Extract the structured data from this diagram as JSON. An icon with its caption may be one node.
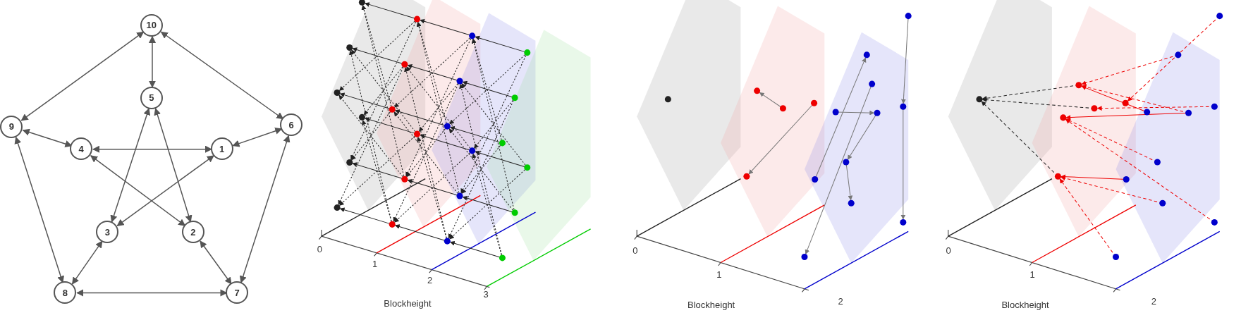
{
  "diagram": {
    "nodes": [
      {
        "text": [
          "10"
        ]
      },
      {
        "text": [
          "5"
        ]
      },
      {
        "text": [
          "9"
        ]
      },
      {
        "text": [
          "4"
        ]
      },
      {
        "text": [
          "1"
        ]
      },
      {
        "text": [
          "6"
        ]
      },
      {
        "text": [
          "3"
        ]
      },
      {
        "text": [
          "2"
        ]
      },
      {
        "text": [
          "8"
        ]
      },
      {
        "text": [
          "7"
        ]
      }
    ],
    "edges": [
      {
        "from": 0,
        "to": 2,
        "arrow": "both"
      },
      {
        "from": 0,
        "to": 5,
        "arrow": "both"
      },
      {
        "from": 0,
        "to": 1,
        "arrow": "both"
      },
      {
        "from": 2,
        "to": 3,
        "arrow": "both"
      },
      {
        "from": 2,
        "to": 8,
        "arrow": "both"
      },
      {
        "from": 5,
        "to": 4,
        "arrow": "both"
      },
      {
        "from": 5,
        "to": 9,
        "arrow": "both"
      },
      {
        "from": 3,
        "to": 4,
        "arrow": "both"
      },
      {
        "from": 3,
        "to": 7,
        "arrow": "both"
      },
      {
        "from": 4,
        "to": 6,
        "arrow": "both"
      },
      {
        "from": 1,
        "to": 6,
        "arrow": "both"
      },
      {
        "from": 1,
        "to": 7,
        "arrow": "both"
      },
      {
        "from": 6,
        "to": 8,
        "arrow": "both"
      },
      {
        "from": 7,
        "to": 9,
        "arrow": "both"
      },
      {
        "from": 8,
        "to": 9,
        "arrow": "both"
      }
    ],
    "labels": [
      "0",
      "1",
      "2",
      "3",
      "Blockheight",
      "0",
      "1",
      "2",
      "Blockheight",
      "0",
      "1",
      "2",
      "Blockheight"
    ]
  }
}
